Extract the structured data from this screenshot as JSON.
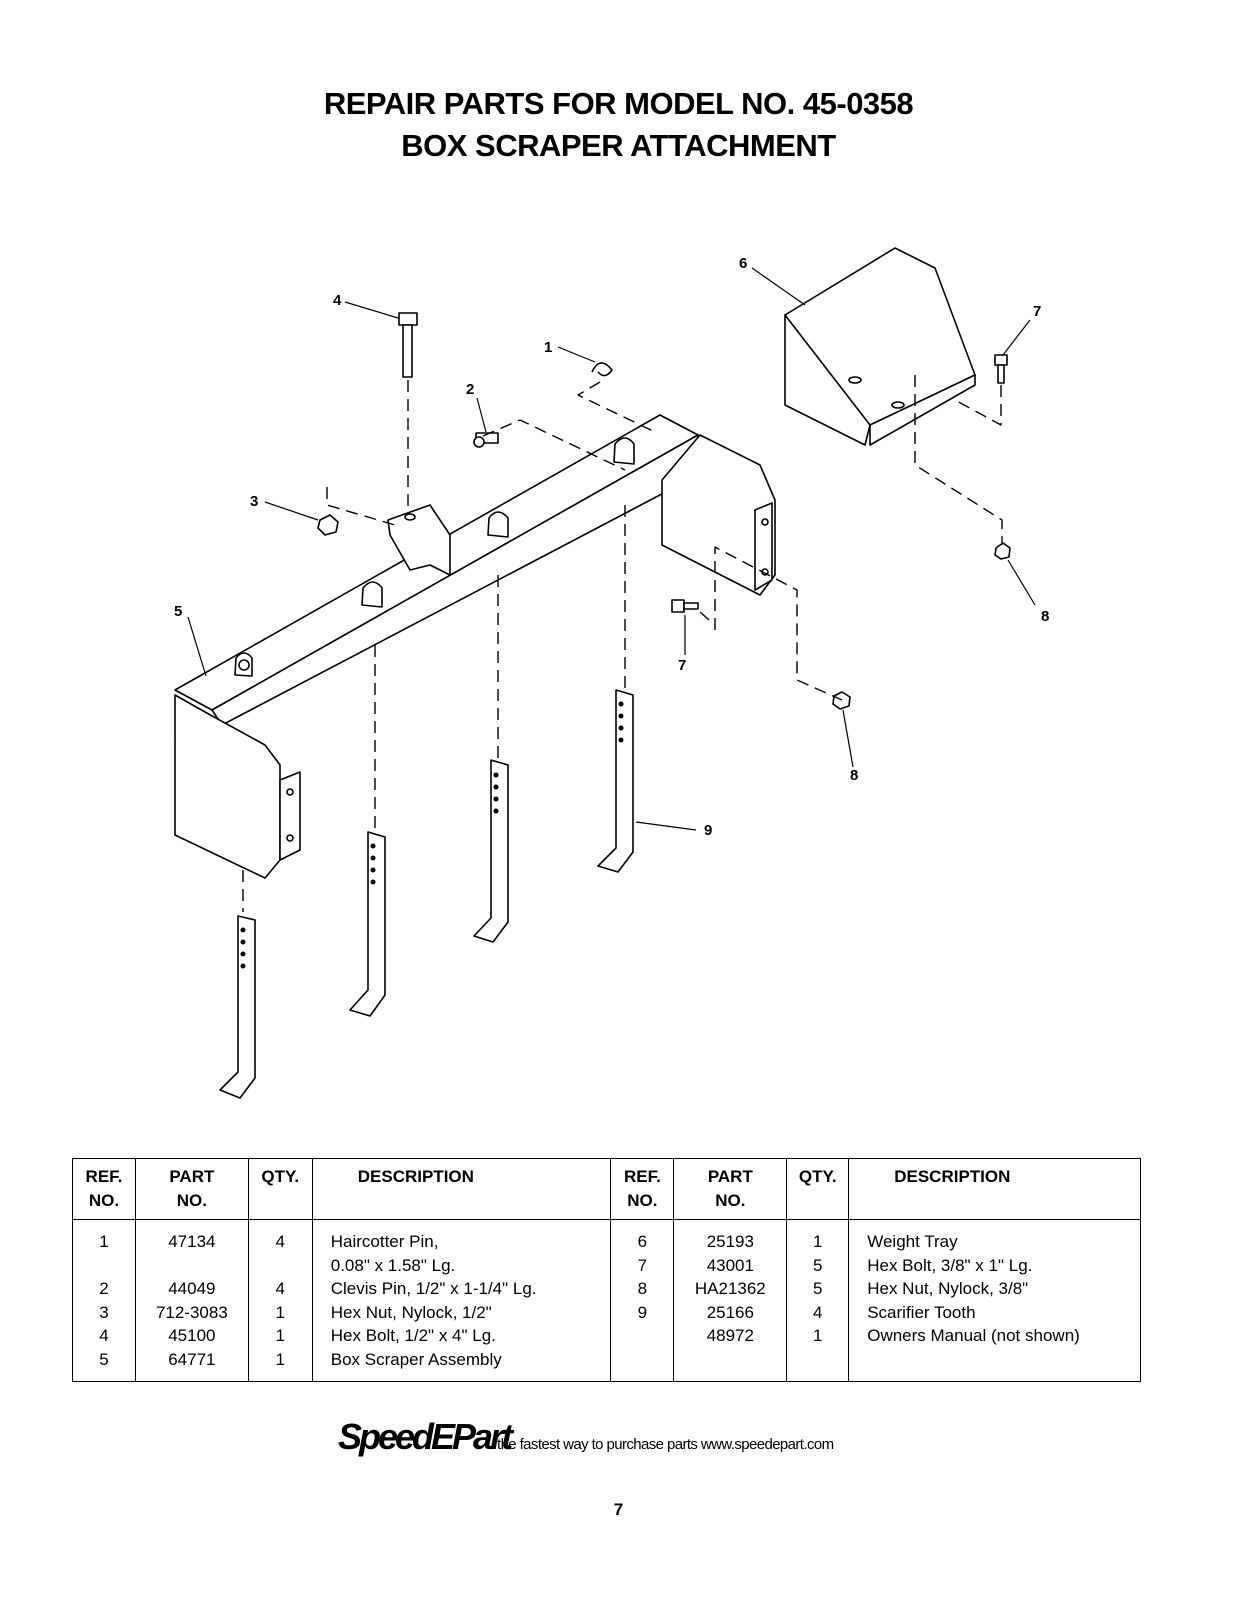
{
  "title": {
    "line1": "REPAIR PARTS FOR MODEL NO. 45-0358",
    "line2": "BOX SCRAPER ATTACHMENT"
  },
  "diagram": {
    "callouts": [
      "1",
      "2",
      "3",
      "4",
      "5",
      "6",
      "7",
      "7",
      "8",
      "8",
      "9"
    ]
  },
  "table": {
    "headers": {
      "ref": [
        "REF.",
        "NO."
      ],
      "part": [
        "PART",
        "NO."
      ],
      "qty": "QTY.",
      "desc": "DESCRIPTION"
    },
    "left": {
      "ref": [
        "1",
        "",
        "2",
        "3",
        "4",
        "5"
      ],
      "part": [
        "47134",
        "",
        "44049",
        "712-3083",
        "45100",
        "64771"
      ],
      "qty": [
        "4",
        "",
        "4",
        "1",
        "1",
        "1"
      ],
      "desc": [
        "Haircotter Pin,",
        "0.08\" x 1.58\" Lg.",
        "Clevis Pin, 1/2\" x 1-1/4\" Lg.",
        "Hex Nut, Nylock, 1/2\"",
        "Hex Bolt, 1/2\" x 4\" Lg.",
        "Box Scraper Assembly"
      ]
    },
    "right": {
      "ref": [
        "6",
        "7",
        "8",
        "9",
        ""
      ],
      "part": [
        "25193",
        "43001",
        "HA21362",
        "25166",
        "48972"
      ],
      "qty": [
        "1",
        "5",
        "5",
        "4",
        "1"
      ],
      "desc": [
        "Weight Tray",
        "Hex Bolt, 3/8\" x 1\" Lg.",
        "Hex Nut, Nylock, 3/8\"",
        "Scarifier Tooth",
        "Owners Manual (not shown)"
      ]
    }
  },
  "footer": {
    "brand": "SpeedEPart",
    "tagline": "the fastest way to purchase parts www.speedepart.com"
  },
  "page_number": "7"
}
